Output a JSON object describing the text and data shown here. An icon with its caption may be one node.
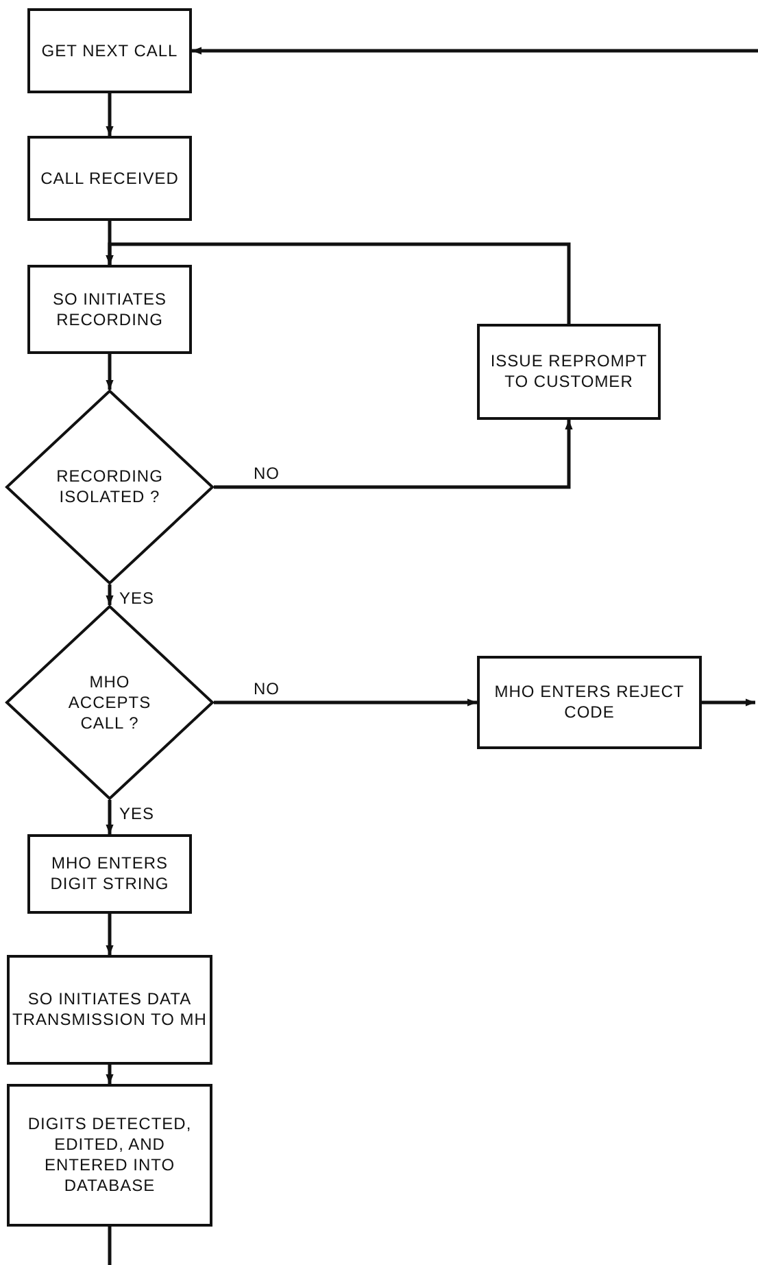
{
  "diagram": {
    "nodes": [
      {
        "text": [
          "GET NEXT CALL"
        ]
      },
      {
        "text": [
          "CALL RECEIVED"
        ]
      },
      {
        "text": [
          "SO INITIATES RECORDING"
        ]
      },
      {
        "text": [
          "RECORDING ISOLATED ?"
        ]
      },
      {
        "text": [
          "ISSUE REPROMPT TO CUSTOMER"
        ]
      },
      {
        "text": [
          "MHO ACCEPTS CALL ?"
        ]
      },
      {
        "text": [
          "MHO ENTERS REJECT CODE"
        ]
      },
      {
        "text": [
          "MHO ENTERS DIGIT STRING"
        ]
      },
      {
        "text": [
          "SO INITIATES DATA TRANSMISSION TO MH"
        ]
      },
      {
        "text": [
          "DIGITS DETECTED, EDITED, AND ENTERED INTO DATABASE"
        ]
      }
    ],
    "edges": [
      {
        "from": null,
        "to": 0,
        "arrow": "to"
      },
      {
        "from": 0,
        "to": 1,
        "arrow": "to"
      },
      {
        "from": 1,
        "to": 2,
        "arrow": "to"
      },
      {
        "from": 2,
        "to": 3,
        "arrow": "to"
      },
      {
        "from": 3,
        "to": 4,
        "arrow": "to",
        "label": "NO"
      },
      {
        "from": 4,
        "to": 2,
        "arrow": "to"
      },
      {
        "from": 3,
        "to": 5,
        "arrow": "to",
        "label": "YES"
      },
      {
        "from": 5,
        "to": 6,
        "arrow": "to",
        "label": "NO"
      },
      {
        "from": 6,
        "to": null,
        "arrow": "to"
      },
      {
        "from": 5,
        "to": 7,
        "arrow": "to",
        "label": "YES"
      },
      {
        "from": 7,
        "to": 8,
        "arrow": "to"
      },
      {
        "from": 8,
        "to": 9,
        "arrow": "to"
      },
      {
        "from": 9,
        "to": null,
        "arrow": "none"
      }
    ]
  }
}
